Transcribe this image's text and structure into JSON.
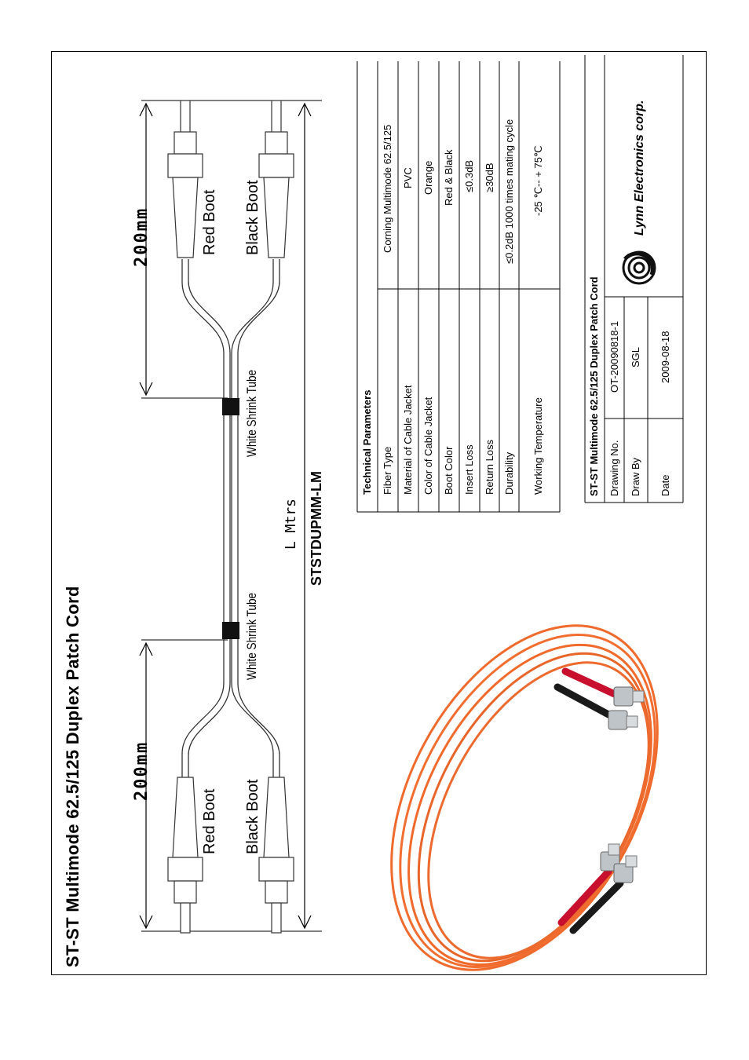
{
  "title": "ST-ST Multimode 62.5/125 Duplex Patch Cord",
  "drawing": {
    "dim_top": "200mm",
    "dim_bottom": "200mm",
    "length_label": "L Mtrs",
    "part_number": "STSTDUPMM-LM",
    "red_boot": "Red Boot",
    "black_boot": "Black Boot",
    "shrink_tube": "White Shrink Tube"
  },
  "tech": {
    "header": "Technical Parameters",
    "rows": [
      {
        "label": "Fiber Type",
        "value": "Corning Multimode 62.5/125"
      },
      {
        "label": "Material of Cable Jacket",
        "value": "PVC"
      },
      {
        "label": "Color of Cable Jacket",
        "value": "Orange"
      },
      {
        "label": "Boot Color",
        "value": "Red & Black"
      },
      {
        "label": "Insert Loss",
        "value": "≤0.3dB"
      },
      {
        "label": "Return Loss",
        "value": "≥30dB"
      },
      {
        "label": "Durability",
        "value": "≤0.2dB 1000 times mating cycle"
      },
      {
        "label": "Working Temperature",
        "value": "-25 ℃-- + 75℃"
      }
    ]
  },
  "titleblock": {
    "title": "ST-ST Multimode 62.5/125 Duplex Patch Cord",
    "drawing_no_label": "Drawing No.",
    "drawing_no": "OT-20090818-1",
    "draw_by_label": "Draw By",
    "draw_by": "SGL",
    "date_label": "Date",
    "date": "2009-08-18",
    "company": "Lynn Electronics corp."
  },
  "colors": {
    "cable": "#f06a2c",
    "red_boot": "#c8102e",
    "black_boot": "#1a1a1a",
    "connector": "#bfc4c8"
  }
}
